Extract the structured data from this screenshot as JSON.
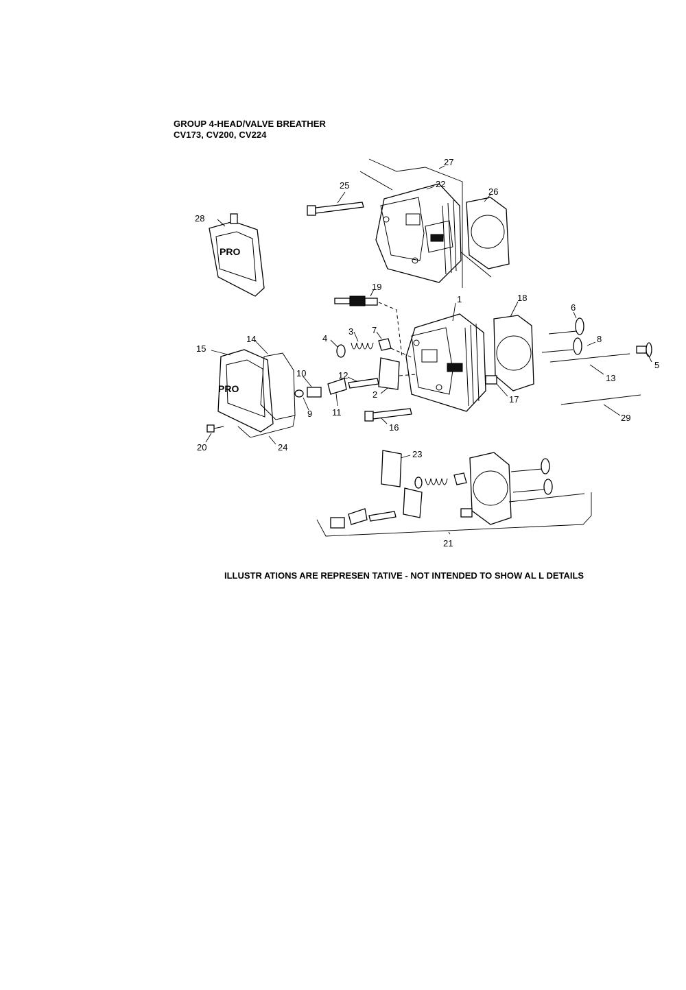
{
  "header": {
    "title_line1": "GROUP 4-HEAD/VALVE BREATHER",
    "title_line2": "CV173, CV200, CV224"
  },
  "footer": {
    "note": "ILLUSTR ATIONS ARE REPRESEN TATIVE - NOT INTENDED  TO SHOW AL L DETAILS"
  },
  "cover_logo_text": "PRO",
  "callouts": {
    "c1": "1",
    "c2": "2",
    "c3": "3",
    "c4": "4",
    "c5": "5",
    "c6": "6",
    "c7": "7",
    "c8": "8",
    "c9": "9",
    "c10": "10",
    "c11": "11",
    "c12": "12",
    "c13": "13",
    "c14": "14",
    "c15": "15",
    "c16": "16",
    "c17": "17",
    "c18": "18",
    "c19": "19",
    "c20": "20",
    "c21": "21",
    "c22": "22",
    "c23": "23",
    "c24": "24",
    "c25": "25",
    "c26": "26",
    "c27": "27",
    "c28": "28",
    "c29": "29"
  }
}
